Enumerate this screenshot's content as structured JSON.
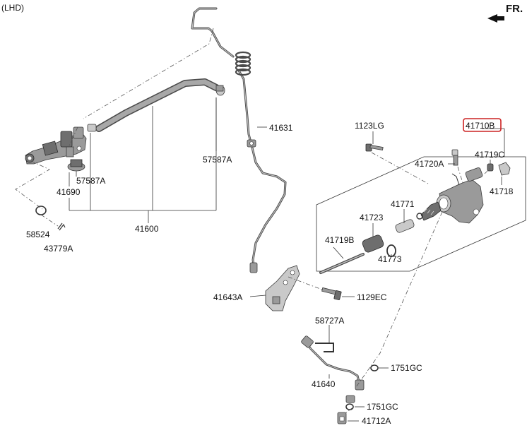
{
  "header": {
    "variant": "(LHD)",
    "direction": "FR."
  },
  "labels": {
    "p41710B": "41710B",
    "p1123LG": "1123LG",
    "p41631": "41631",
    "p41720A": "41720A",
    "p41719C": "41719C",
    "p41718": "41718",
    "p57587A_left": "57587A",
    "p57587A_right": "57587A",
    "p41690": "41690",
    "p41771": "41771",
    "p41723": "41723",
    "p41719B": "41719B",
    "p41773": "41773",
    "p58524": "58524",
    "p41600": "41600",
    "p43779A": "43779A",
    "p41643A": "41643A",
    "p1129EC": "1129EC",
    "p58727A": "58727A",
    "p1751GC_upper": "1751GC",
    "p41640": "41640",
    "p1751GC_lower": "1751GC",
    "p41712A": "41712A"
  },
  "colors": {
    "highlight_border": "#cc2222"
  }
}
